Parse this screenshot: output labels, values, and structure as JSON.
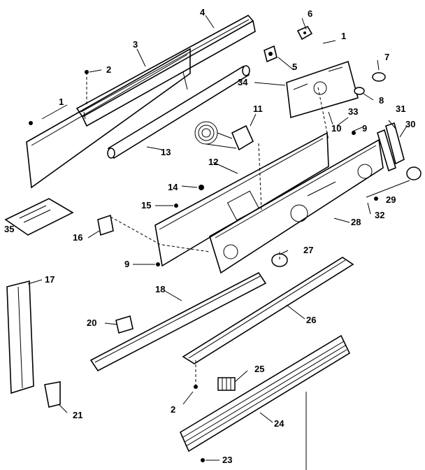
{
  "labels": {
    "p1a": "1",
    "p1b": "1",
    "p2a": "2",
    "p2b": "2",
    "p3": "3",
    "p4": "4",
    "p5": "5",
    "p6": "6",
    "p7": "7",
    "p8": "8",
    "p9a": "9",
    "p9b": "9",
    "p10": "10",
    "p11": "11",
    "p12": "12",
    "p13": "13",
    "p14": "14",
    "p15": "15",
    "p16": "16",
    "p17": "17",
    "p18": "18",
    "p20": "20",
    "p21": "21",
    "p23": "23",
    "p24": "24",
    "p25": "25",
    "p26": "26",
    "p27": "27",
    "p28": "28",
    "p29": "29",
    "p30": "30",
    "p31": "31",
    "p32": "32",
    "p33": "33",
    "p34": "34",
    "p35": "35"
  },
  "colors": {
    "ink": "#000000",
    "paper": "#ffffff"
  }
}
